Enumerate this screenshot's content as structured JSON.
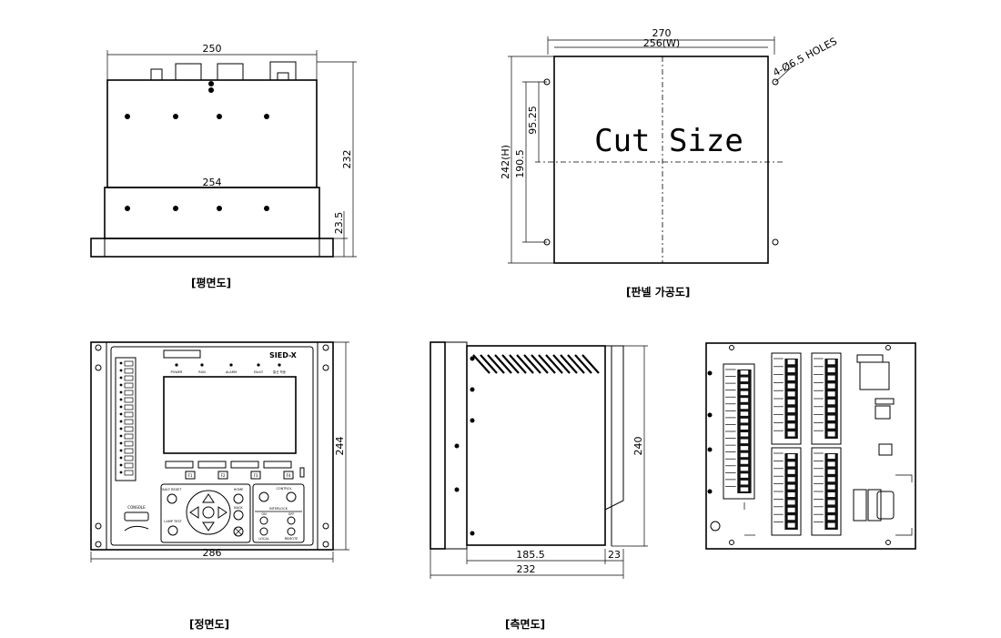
{
  "top_view": {
    "caption": "[평면도]",
    "dim_width_top": "250",
    "dim_width_body": "254",
    "dim_height": "232",
    "dim_flange": "23.5"
  },
  "panel_view": {
    "caption": "[판넬 가공도]",
    "dim_outer_width": "270",
    "dim_cut_width": "256(W)",
    "dim_holes": "4-Ø6.5 HOLES",
    "dim_cut_height": "242(H)",
    "dim_hole_pitch": "190.5",
    "dim_half_pitch": "95.25",
    "cut_label": "Cut Size"
  },
  "front_view": {
    "caption": "[정면도]",
    "dim_width": "286",
    "dim_height": "244",
    "brand": "SIED-X",
    "console_label": "CONSOLE",
    "led_labels": [
      "POWER",
      "RUN",
      "ALARM",
      "FAULT",
      "통신 작동"
    ],
    "fkeys": [
      "F1",
      "F2",
      "F3",
      "F4"
    ],
    "fault_reset": "FAULT RESET",
    "lamp_test": "LAMP TEST",
    "home_label": "HOME",
    "back_label": "BACK",
    "control_label": "CONTROL",
    "interlock_label": "INTERLOCK",
    "on_label": "ON",
    "off_label": "OFF",
    "local_label": "LOCAL",
    "remote_label": "REMOTE"
  },
  "side_view": {
    "caption": "[측면도]",
    "dim_height": "240",
    "dim_depth": "185.5",
    "dim_front": "23",
    "dim_total": "232"
  }
}
